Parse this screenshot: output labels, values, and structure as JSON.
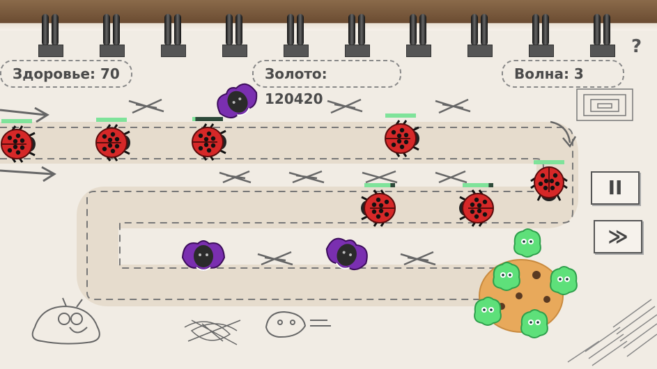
{
  "hud": {
    "health_label": "Здоровье: 70",
    "gold_label": "Золото: 120420",
    "wave_label": "Волна: 3"
  },
  "controls": {
    "help_label": "?",
    "pause_label": "II",
    "fast_forward_label": "≫"
  },
  "colors": {
    "ladybug": "#d62828",
    "bat": "#7a2fb0",
    "tower_cookie": "#e8a95b",
    "tower_blob": "#5ee07a",
    "health_bar": "#7fe39a"
  },
  "enemies": {
    "ladybugs": [
      {
        "health": 1.0
      },
      {
        "health": 1.0
      },
      {
        "health": 0.1
      },
      {
        "health": 1.0
      },
      {
        "health": 0.85
      },
      {
        "health": 0.85
      },
      {
        "health": 1.0
      }
    ],
    "bats": [
      {
        "name": "bat-1"
      },
      {
        "name": "bat-2"
      },
      {
        "name": "bat-3"
      }
    ]
  }
}
